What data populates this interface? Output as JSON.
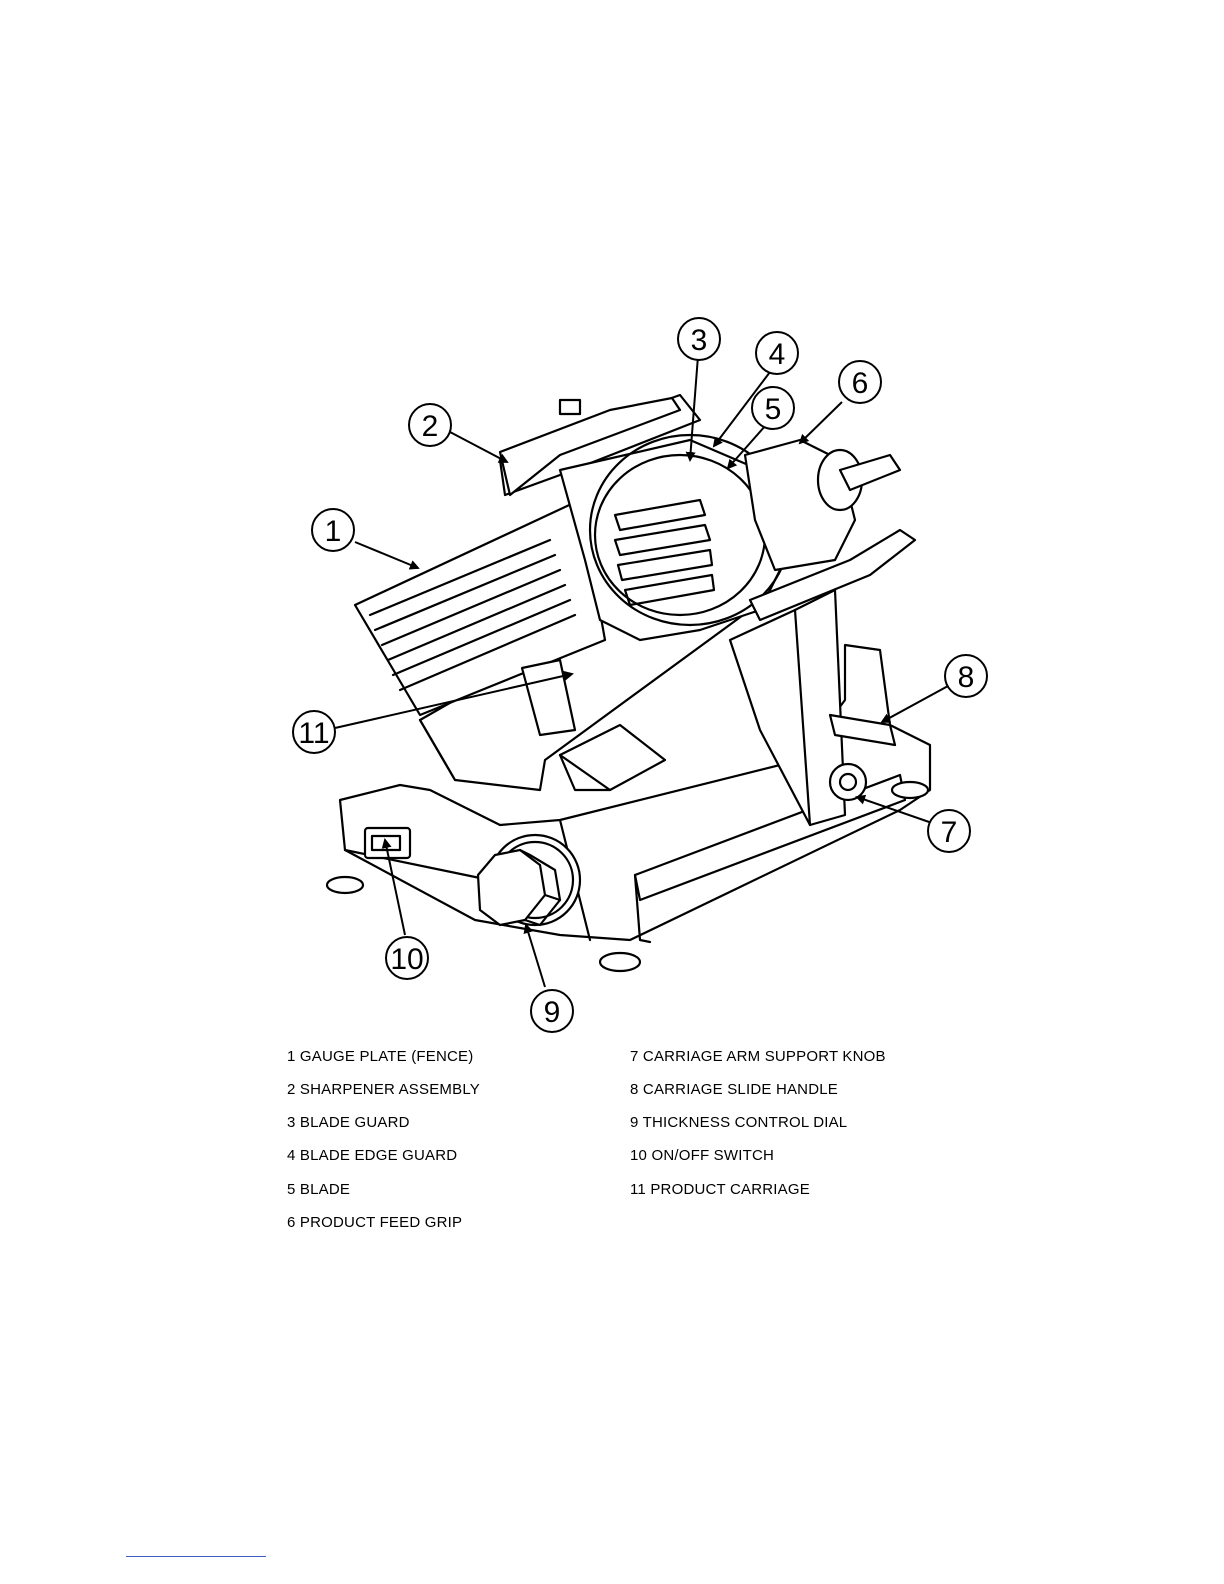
{
  "callouts": [
    "1",
    "2",
    "3",
    "4",
    "5",
    "6",
    "7",
    "8",
    "9",
    "10",
    "11"
  ],
  "legend": {
    "left": [
      "1  GAUGE PLATE (FENCE)",
      "2  SHARPENER ASSEMBLY",
      "3  BLADE GUARD",
      "4  BLADE EDGE GUARD",
      "5  BLADE",
      "6  PRODUCT FEED GRIP"
    ],
    "right": [
      "7  CARRIAGE ARM SUPPORT KNOB",
      "8  CARRIAGE SLIDE HANDLE",
      "9  THICKNESS CONTROL DIAL",
      "10 ON/OFF SWITCH",
      "11 PRODUCT CARRIAGE"
    ]
  }
}
